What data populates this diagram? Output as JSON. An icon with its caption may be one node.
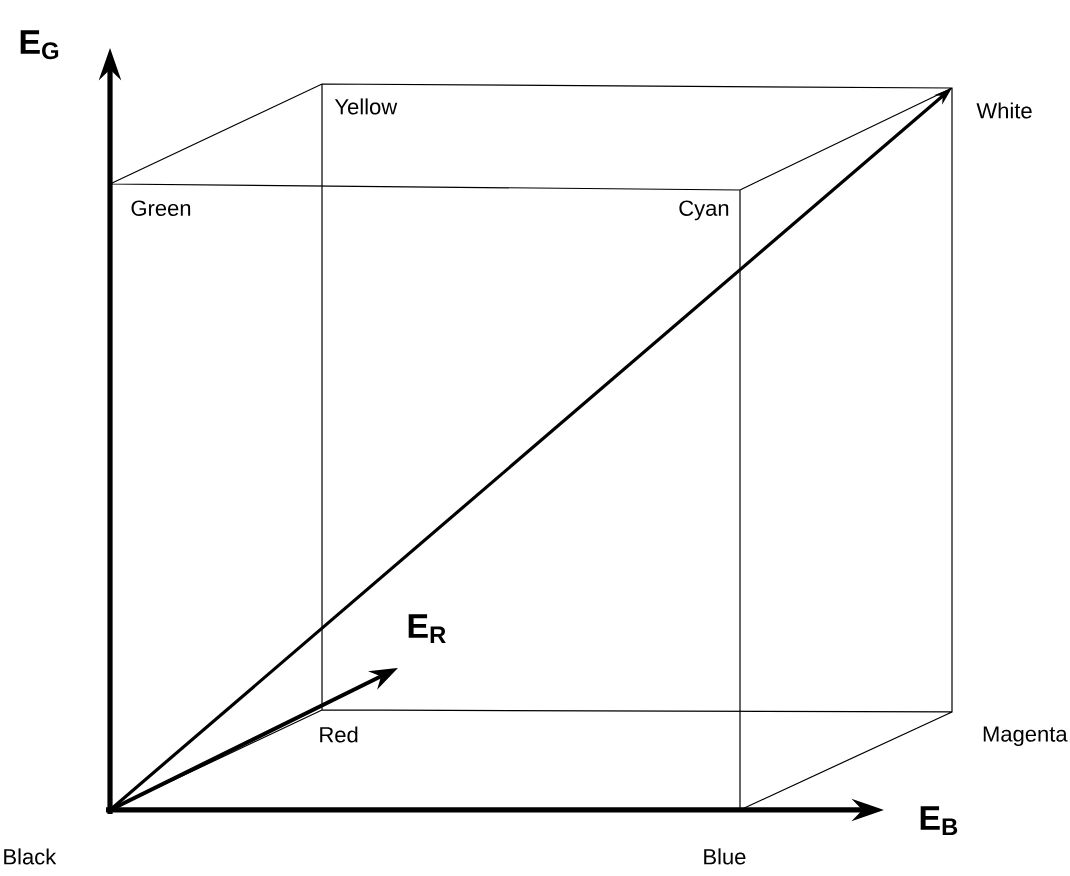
{
  "diagram": {
    "labels": [
      "E$_{G}$",
      "Yellow",
      "White",
      "Green",
      "Cyan",
      "E$_{R}$",
      "Red",
      "Magenta",
      "E$_{B}$",
      "Black",
      "Blue"
    ]
  }
}
